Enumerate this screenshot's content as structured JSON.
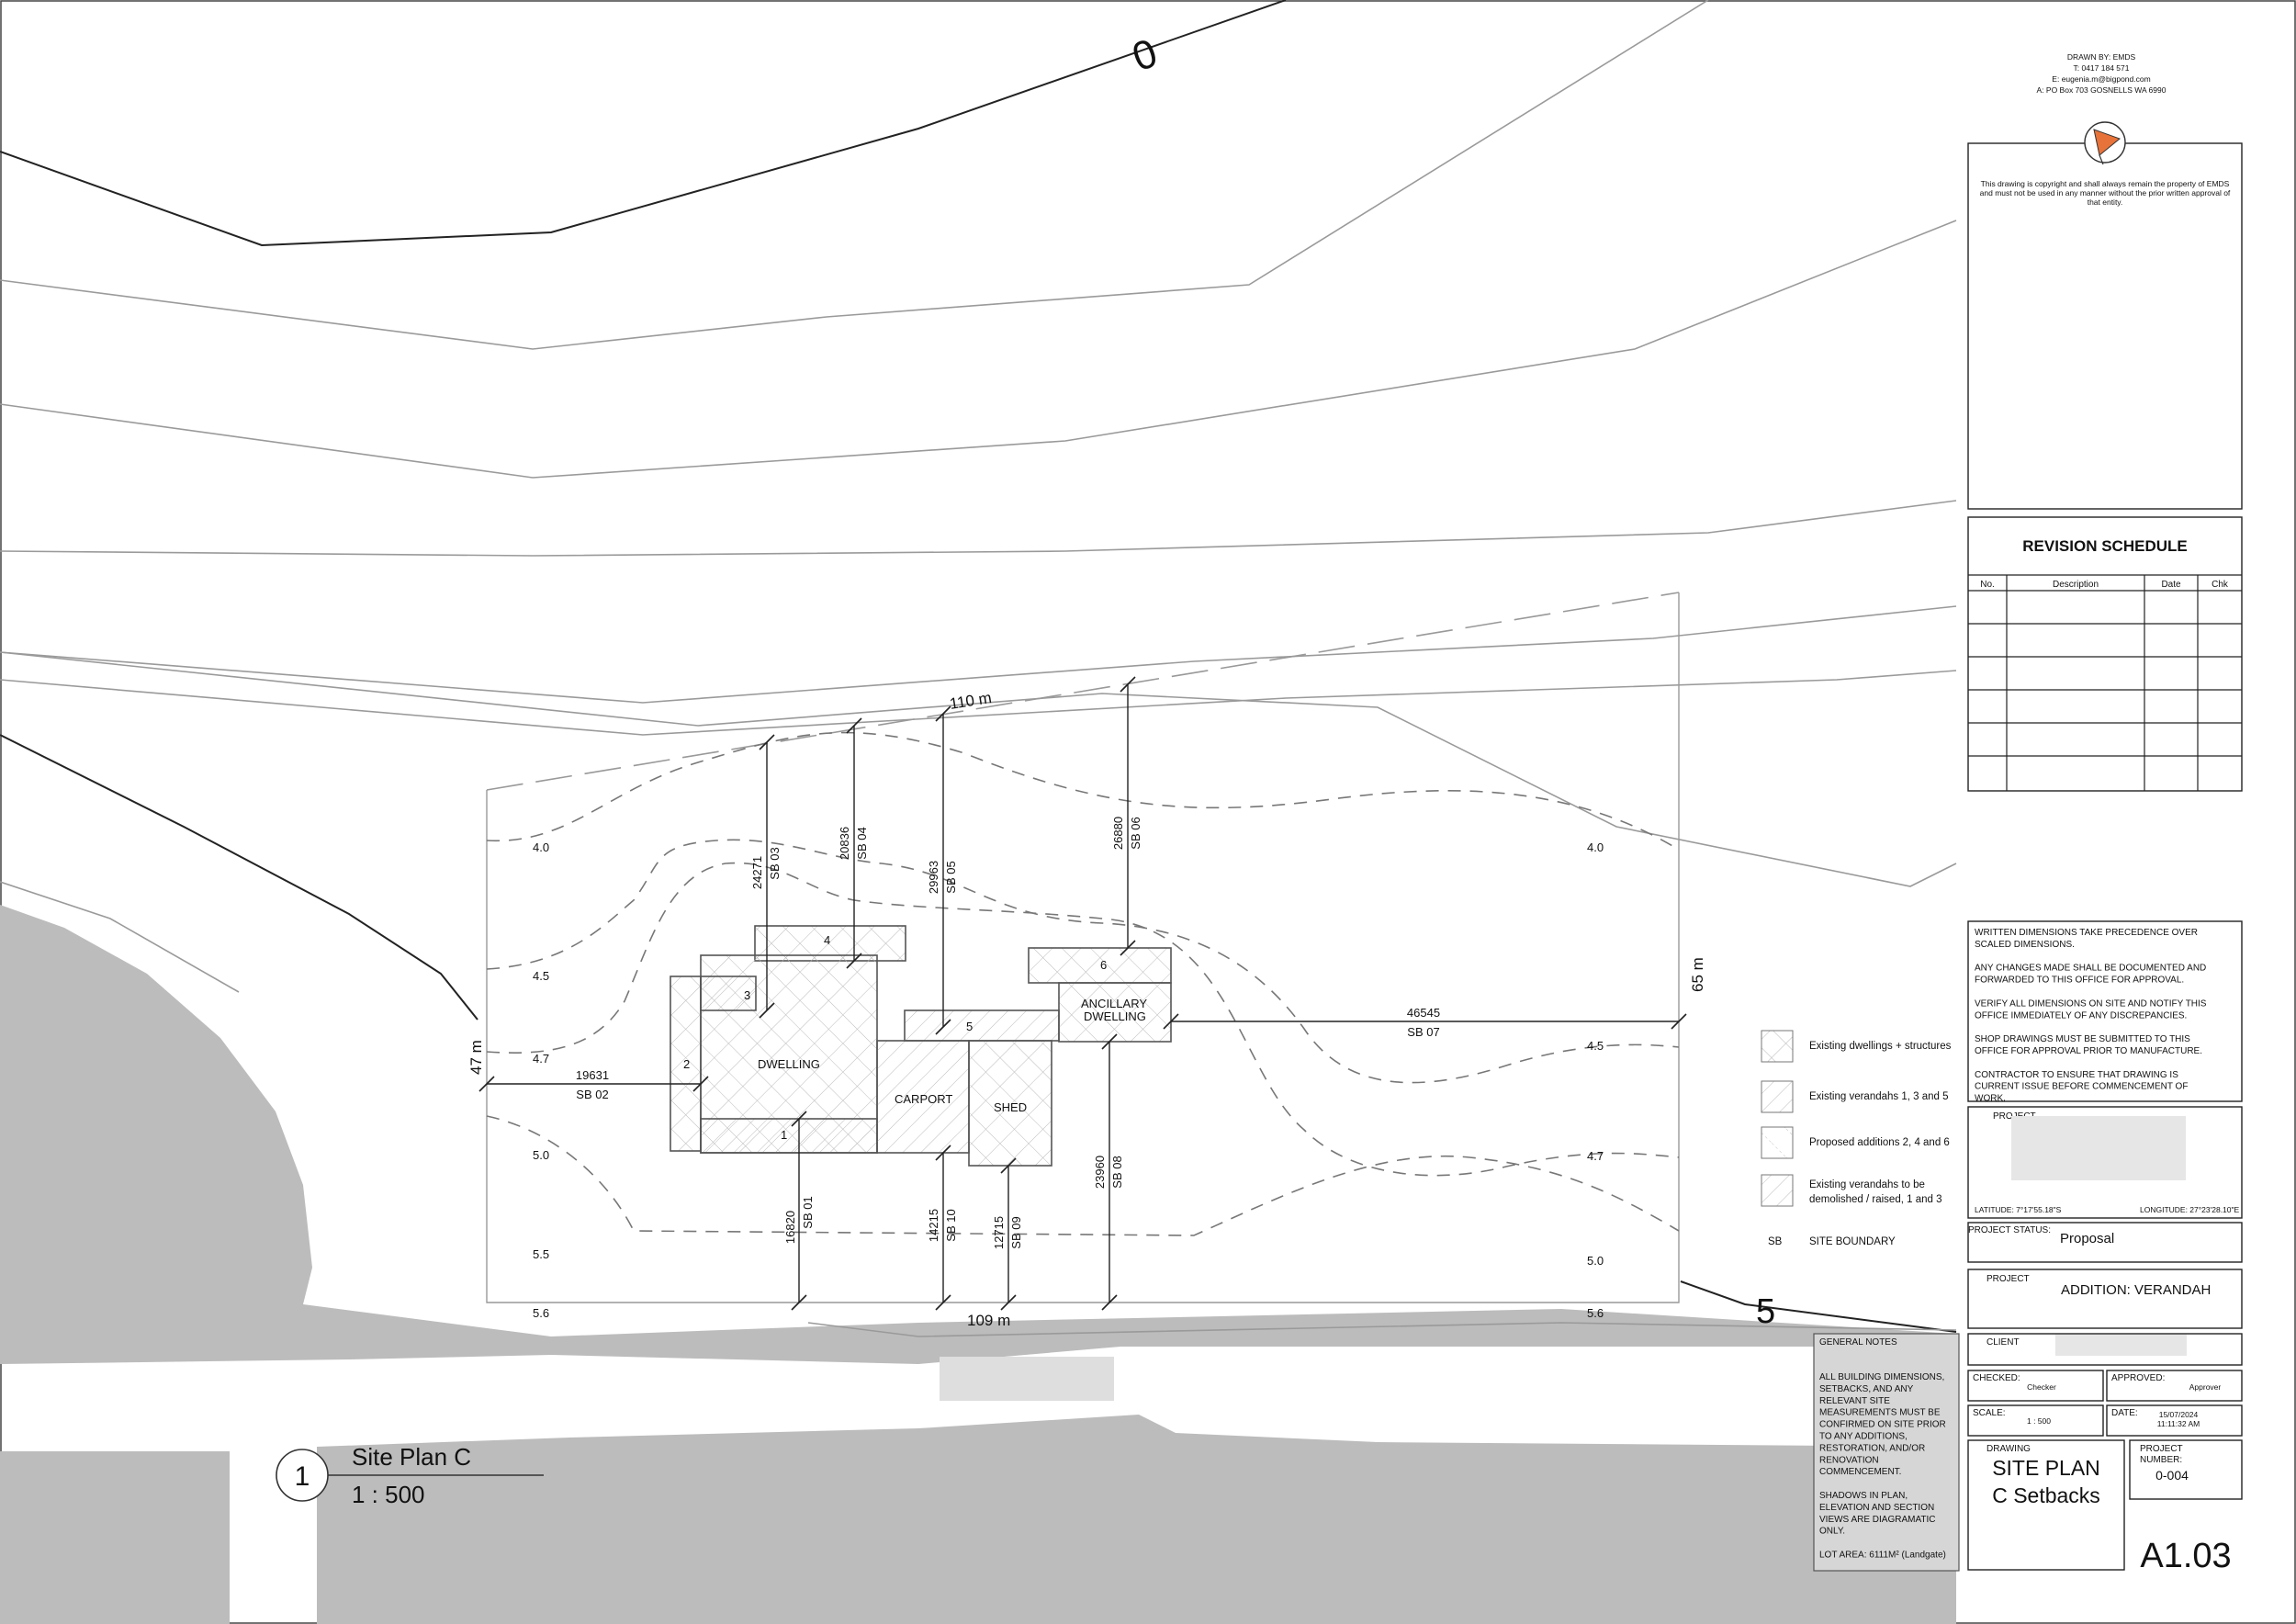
{
  "drafter": {
    "drawn_by": "DRAWN BY: EMDS",
    "phone": "T: 0417 184 571",
    "email": "E: eugenia.m@bigpond.com",
    "address": "A: PO Box 703 GOSNELLS WA 6990",
    "copyright": [
      "This drawing is copyright and shall always remain the property of EMDS",
      "and must not be used in any manner without the prior written approval of",
      "that entity."
    ]
  },
  "revision_schedule": {
    "title": "REVISION SCHEDULE",
    "columns": [
      "No.",
      "Description",
      "Date",
      "Chk"
    ]
  },
  "notes": [
    "WRITTEN DIMENSIONS TAKE PRECEDENCE OVER",
    "SCALED DIMENSIONS.",
    "",
    "ANY CHANGES MADE SHALL BE DOCUMENTED AND",
    "FORWARDED TO THIS OFFICE FOR APPROVAL.",
    "",
    "VERIFY ALL DIMENSIONS ON SITE AND NOTIFY THIS",
    "OFFICE IMMEDIATELY OF ANY DISCREPANCIES.",
    "",
    "SHOP DRAWINGS MUST BE SUBMITTED TO THIS",
    "OFFICE FOR APPROVAL PRIOR TO MANUFACTURE.",
    "",
    "CONTRACTOR TO ENSURE THAT DRAWING IS",
    "CURRENT ISSUE BEFORE COMMENCEMENT OF",
    "WORK."
  ],
  "project_box": {
    "label": "PROJECT",
    "latitude": "LATITUDE:  7°17'55.18\"S",
    "longitude": "LONGITUDE:  27°23'28.10\"E"
  },
  "project_status": {
    "label": "PROJECT STATUS:",
    "value": "Proposal"
  },
  "project": {
    "label": "PROJECT",
    "value": "ADDITION: VERANDAH"
  },
  "client": {
    "label": "CLIENT"
  },
  "checked": {
    "label": "CHECKED:",
    "value": "Checker"
  },
  "approved": {
    "label": "APPROVED:",
    "value": "Approver"
  },
  "scale": {
    "label": "SCALE:",
    "value": "1 : 500"
  },
  "date": {
    "label": "DATE:",
    "line1": "15/07/2024",
    "line2": "11:11:32 AM"
  },
  "drawing": {
    "label": "DRAWING",
    "title1": "SITE PLAN",
    "title2": "C Setbacks"
  },
  "project_number": {
    "label1": "PROJECT",
    "label2": "NUMBER:",
    "value": "0-004"
  },
  "sheet_number": "A1.03",
  "general_notes": {
    "title": "GENERAL NOTES",
    "lines": [
      "ALL BUILDING DIMENSIONS,",
      "SETBACKS, AND ANY",
      "RELEVANT SITE",
      "MEASUREMENTS MUST BE",
      "CONFIRMED ON SITE PRIOR",
      "TO ANY ADDITIONS,",
      "RESTORATION, AND/OR",
      "RENOVATION",
      "COMMENCEMENT.",
      "",
      "SHADOWS IN PLAN,",
      "ELEVATION AND SECTION",
      "VIEWS ARE DIAGRAMATIC",
      "ONLY.",
      "",
      "LOT AREA: 6111M² (Landgate)"
    ]
  },
  "legend": {
    "items": [
      "Existing dwellings + structures",
      "Existing verandahs 1, 3 and 5",
      "Proposed additions 2, 4 and 6",
      "Existing verandahs to be"
    ],
    "item4_line2": "demolished / raised, 1 and 3",
    "sb_key": "SB",
    "sb_label": "SITE BOUNDARY"
  },
  "view_title": {
    "number": "1",
    "name": "Site Plan C",
    "scale": "1 : 500"
  },
  "plan": {
    "buildings": {
      "dwelling": "DWELLING",
      "carport": "CARPORT",
      "shed": "SHED",
      "ancillary_1": "ANCILLARY",
      "ancillary_2": "DWELLING"
    },
    "verandah_numbers": [
      "1",
      "2",
      "3",
      "4",
      "5",
      "6"
    ],
    "boundary_lengths": {
      "top": "110 m",
      "bottom": "109 m",
      "left": "47 m",
      "right": "65 m"
    },
    "setbacks": [
      {
        "value": "16820",
        "id": "SB 01"
      },
      {
        "value": "19631",
        "id": "SB 02"
      },
      {
        "value": "24271",
        "id": "SB 03"
      },
      {
        "value": "20836",
        "id": "SB 04"
      },
      {
        "value": "29963",
        "id": "SB 05"
      },
      {
        "value": "26880",
        "id": "SB 06"
      },
      {
        "value": "46545",
        "id": "SB 07"
      },
      {
        "value": "23960",
        "id": "SB 08"
      },
      {
        "value": "12715",
        "id": "SB 09"
      },
      {
        "value": "14215",
        "id": "SB 10"
      }
    ],
    "contour_labels": [
      "4.0",
      "4.5",
      "4.7",
      "5.0",
      "5.5",
      "5.6",
      "4.0",
      "4.5",
      "4.7",
      "5.0",
      "5.6"
    ],
    "major_contours": [
      "0",
      "5"
    ]
  }
}
